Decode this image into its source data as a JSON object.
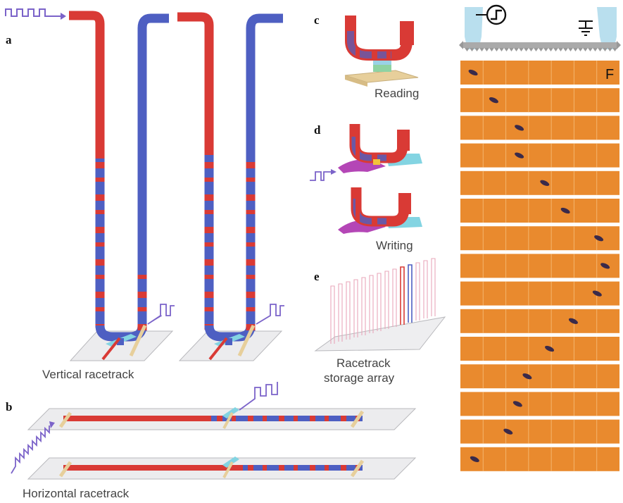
{
  "panel_labels": {
    "a": "a",
    "b": "b",
    "c": "c",
    "d": "d",
    "e": "e",
    "f": "F"
  },
  "captions": {
    "vertical": "Vertical racetrack",
    "horizontal": "Horizontal racetrack",
    "reading": "Reading",
    "writing": "Writing",
    "array_line1": "Racetrack",
    "array_line2": "storage array"
  },
  "icons": [
    "pulse-wave-icon",
    "step-function-icon",
    "ground-icon"
  ],
  "colors": {
    "red": "#d93a35",
    "blue": "#4e5fc2",
    "violet": "#7b63c9",
    "tan": "#e7cf9b",
    "cyan": "#83d4e2",
    "magenta": "#b446b6",
    "orange_bg": "#e98a2e",
    "electrode": "#b9dfee"
  },
  "microscopy": {
    "frame_count": 15,
    "column_count": 7,
    "spot_positions": [
      0.08,
      0.21,
      0.37,
      0.37,
      0.53,
      0.66,
      0.87,
      0.91,
      0.86,
      0.71,
      0.56,
      0.42,
      0.36,
      0.3,
      0.09
    ]
  }
}
